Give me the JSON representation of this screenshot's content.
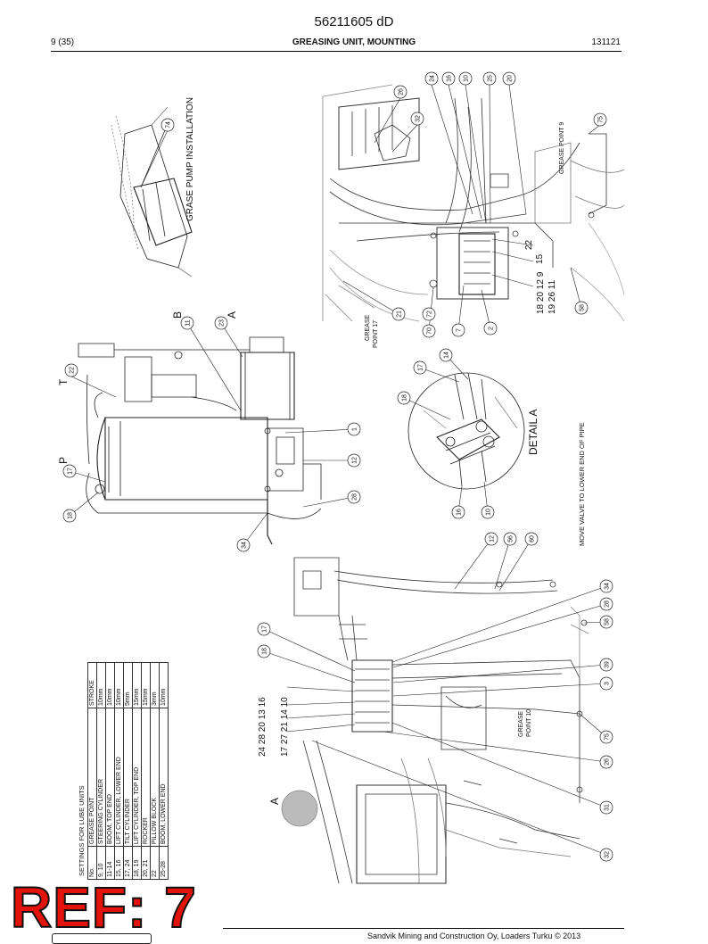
{
  "header": {
    "doc_number": "56211605 dD",
    "page": "9 (35)",
    "title": "GREASING UNIT, MOUNTING",
    "date": "131121"
  },
  "labels": {
    "grase_pump_installation": "GRASE PUMP INSTALLATION",
    "detail_a": "DETAIL A",
    "move_valve": "MOVE VALVE TO LOWER END OF PIPE",
    "grease_point_9": "GREASE POINT 9",
    "grease_point_17_a": "GREASE",
    "grease_point_17_b": "POINT 17",
    "grease_point_10_a": "GREASE",
    "grease_point_10_b": "POINT 10",
    "letter_b": "B",
    "letter_a_top": "A",
    "letter_t": "T",
    "letter_p": "P",
    "letter_a_bottom": "A",
    "valve_row1": "22",
    "valve_row2": "15",
    "valve_row3": "18  20  12  9",
    "valve_row4": "19  26  11",
    "lower_row1": "24  28  20  13  16",
    "lower_row2": "17  27  21  14  10"
  },
  "callouts": {
    "c74": "74",
    "c26": "26",
    "c32": "32",
    "c24": "24",
    "c16": "16",
    "c10": "10",
    "c25": "25",
    "c20": "20",
    "c75a": "75",
    "c21": "21",
    "c72": "72",
    "c70": "70",
    "c7": "7",
    "c2": "2",
    "c58a": "58",
    "c11": "11",
    "c23": "23",
    "c22": "22",
    "c17a": "17",
    "c18a": "18",
    "c1": "1",
    "c12a": "12",
    "c28a": "28",
    "c34a": "34",
    "c17b": "17",
    "c14": "14",
    "c18b": "18",
    "c16b": "16",
    "c10b": "10",
    "c12b": "12",
    "c56": "56",
    "c60": "60",
    "c34b": "34",
    "c28b": "28",
    "c58b": "58",
    "c39": "39",
    "c3": "3",
    "c75b": "75",
    "c26b": "26",
    "c31": "31",
    "c32b": "32",
    "c17c": "17",
    "c18c": "18"
  },
  "settings": {
    "title": "SETTINGS FOR LUBE UNITS",
    "headers": [
      "No.",
      "GREASE POINT",
      "STROKE"
    ],
    "rows": [
      [
        "9, 10",
        "STEERING CYLINDER",
        "10mm"
      ],
      [
        "11-14",
        "BOOM, TOP END",
        "10mm"
      ],
      [
        "15, 16",
        "LIFT CYLINDER, LOWER END",
        "10mm"
      ],
      [
        "17, 24",
        "TILT CYLINDER",
        "5mm"
      ],
      [
        "18, 19",
        "LIFT CYLINDER, TOP END",
        "15mm"
      ],
      [
        "20, 21",
        "ROCKER",
        "15mm"
      ],
      [
        "22",
        "PILLOW BLOCK",
        "3mm"
      ],
      [
        "25-28",
        "BOOM, LOWER END",
        "10mm"
      ]
    ]
  },
  "stamp": {
    "text": "REF: 7"
  },
  "footer": {
    "text": "Sandvik Mining and Construction Oy, Loaders Turku © 2013"
  }
}
